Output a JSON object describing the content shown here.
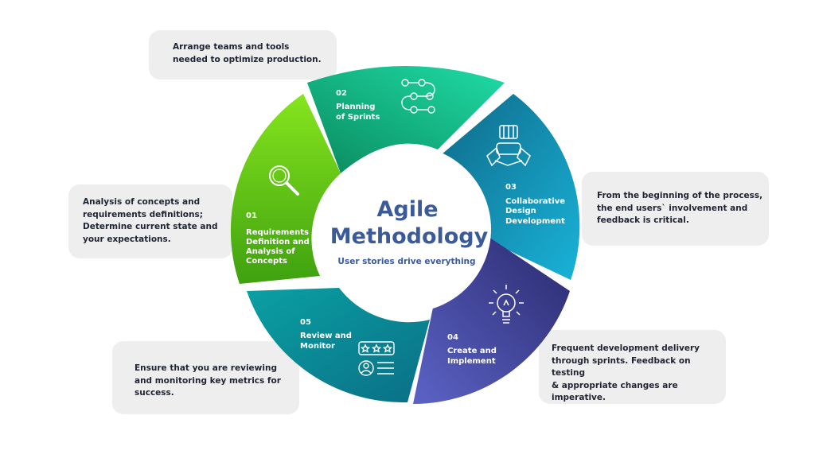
{
  "center": {
    "title_line1": "Agile",
    "title_line2": "Methodology",
    "subtitle": "User stories drive everything"
  },
  "steps": [
    {
      "num": "01",
      "title": [
        "Requirements",
        "Definition and",
        "Analysis of",
        "Concepts"
      ],
      "icon": "magnifier-icon",
      "color": "#5fcf1e",
      "note": [
        "Analysis of concepts and",
        "requirements definitions;",
        "Determine current state and",
        "your expectations."
      ]
    },
    {
      "num": "02",
      "title": [
        "Planning",
        "of Sprints"
      ],
      "icon": "flow-nodes-icon",
      "color": "#0fb98b",
      "note": [
        "Arrange teams and tools",
        "needed to optimize production."
      ]
    },
    {
      "num": "03",
      "title": [
        "Collaborative",
        "Design",
        "Development"
      ],
      "icon": "team-hands-icon",
      "color": "#1499c4",
      "note": [
        "From the beginning of the process,",
        "the end users` involvement and",
        "feedback is critical."
      ]
    },
    {
      "num": "04",
      "title": [
        "Create and",
        "Implement"
      ],
      "icon": "lightbulb-icon",
      "color": "#4b4fa8",
      "note": [
        "Frequent development delivery",
        "through sprints. Feedback on testing",
        "& appropriate changes are",
        "imperative."
      ]
    },
    {
      "num": "05",
      "title": [
        "Review and",
        "Monitor"
      ],
      "icon": "review-rating-icon",
      "color": "#0e8d9a",
      "note": [
        "Ensure that you are reviewing",
        "and monitoring key metrics for",
        "success."
      ]
    }
  ]
}
